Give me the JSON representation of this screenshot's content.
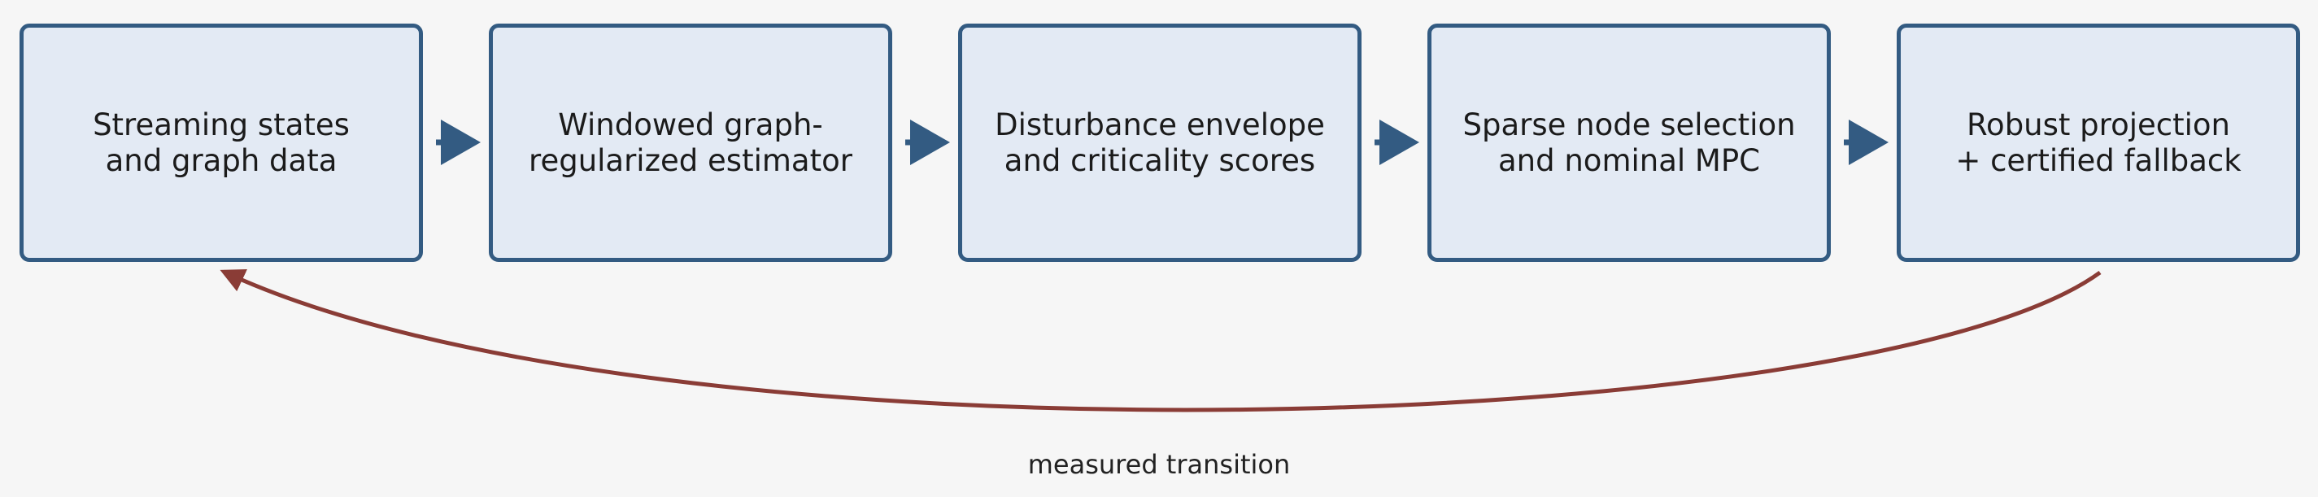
{
  "colors": {
    "background": "#f6f6f6",
    "box_fill": "#e3eaf4",
    "box_border": "#335b82",
    "forward_arrow": "#335b82",
    "feedback_arrow": "#8a3c36",
    "text": "#1b1b1b"
  },
  "stages": [
    {
      "label": "Streaming states\nand graph data"
    },
    {
      "label": "Windowed graph-\nregularized estimator"
    },
    {
      "label": "Disturbance envelope\nand criticality scores"
    },
    {
      "label": "Sparse node selection\nand nominal MPC"
    },
    {
      "label": "Robust projection\n+ certified fallback"
    }
  ],
  "feedback": {
    "label": "measured transition"
  }
}
